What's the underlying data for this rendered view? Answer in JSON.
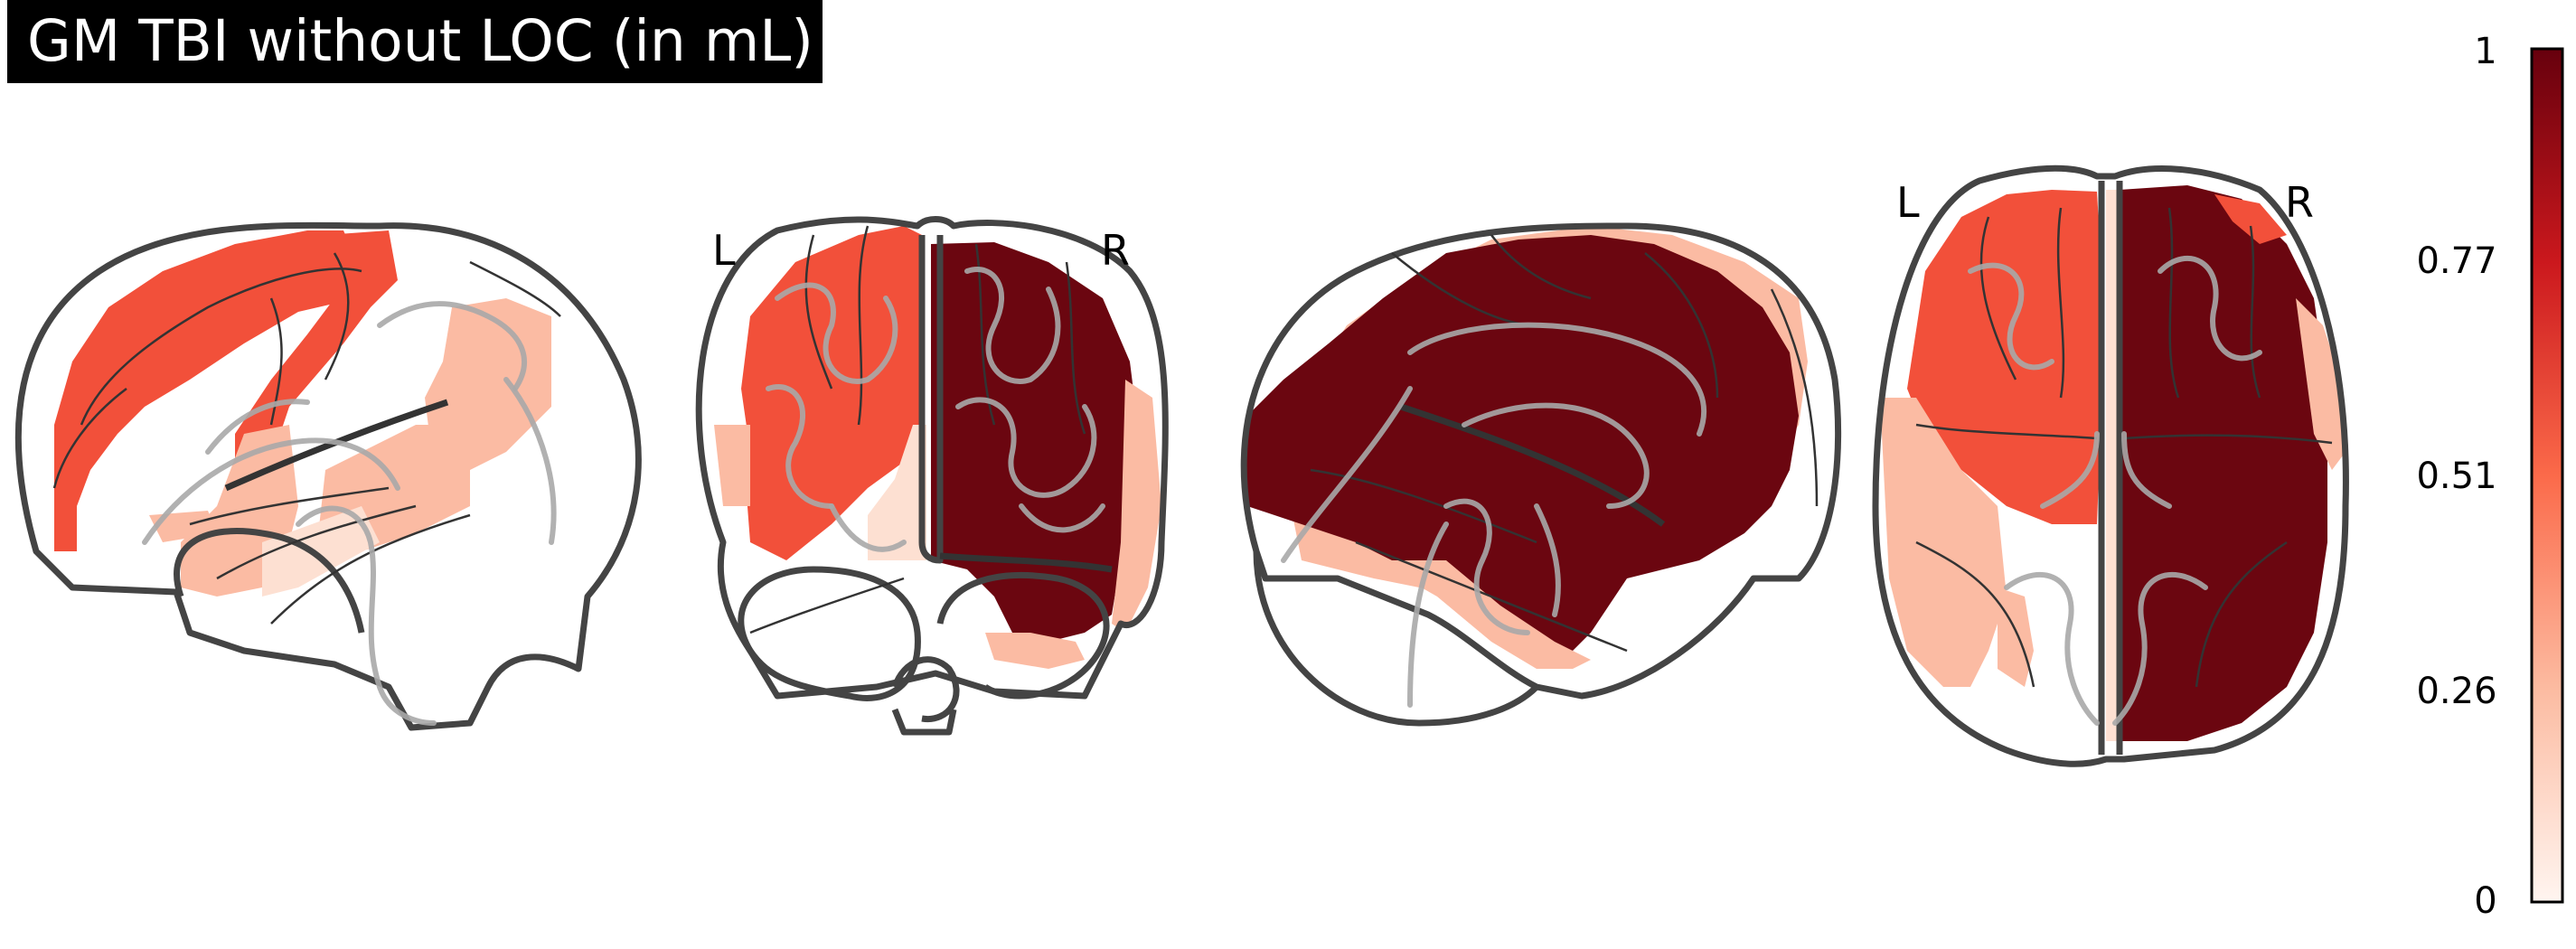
{
  "title": "GM TBI without LOC (in mL)",
  "views": {
    "coronal": {
      "left_label": "L",
      "right_label": "R"
    },
    "axial": {
      "left_label": "L",
      "right_label": "R"
    }
  },
  "colorbar": {
    "ticks": [
      "1",
      "0.77",
      "0.51",
      "0.26",
      "0"
    ],
    "colormap": [
      "#fff5f0",
      "#fcbba1",
      "#fb6a4a",
      "#cb181d",
      "#67000d"
    ]
  },
  "colors": {
    "dark": "#6b0610",
    "mid": "#f2503a",
    "light": "#fbbba3",
    "pale": "#fde0d2"
  }
}
